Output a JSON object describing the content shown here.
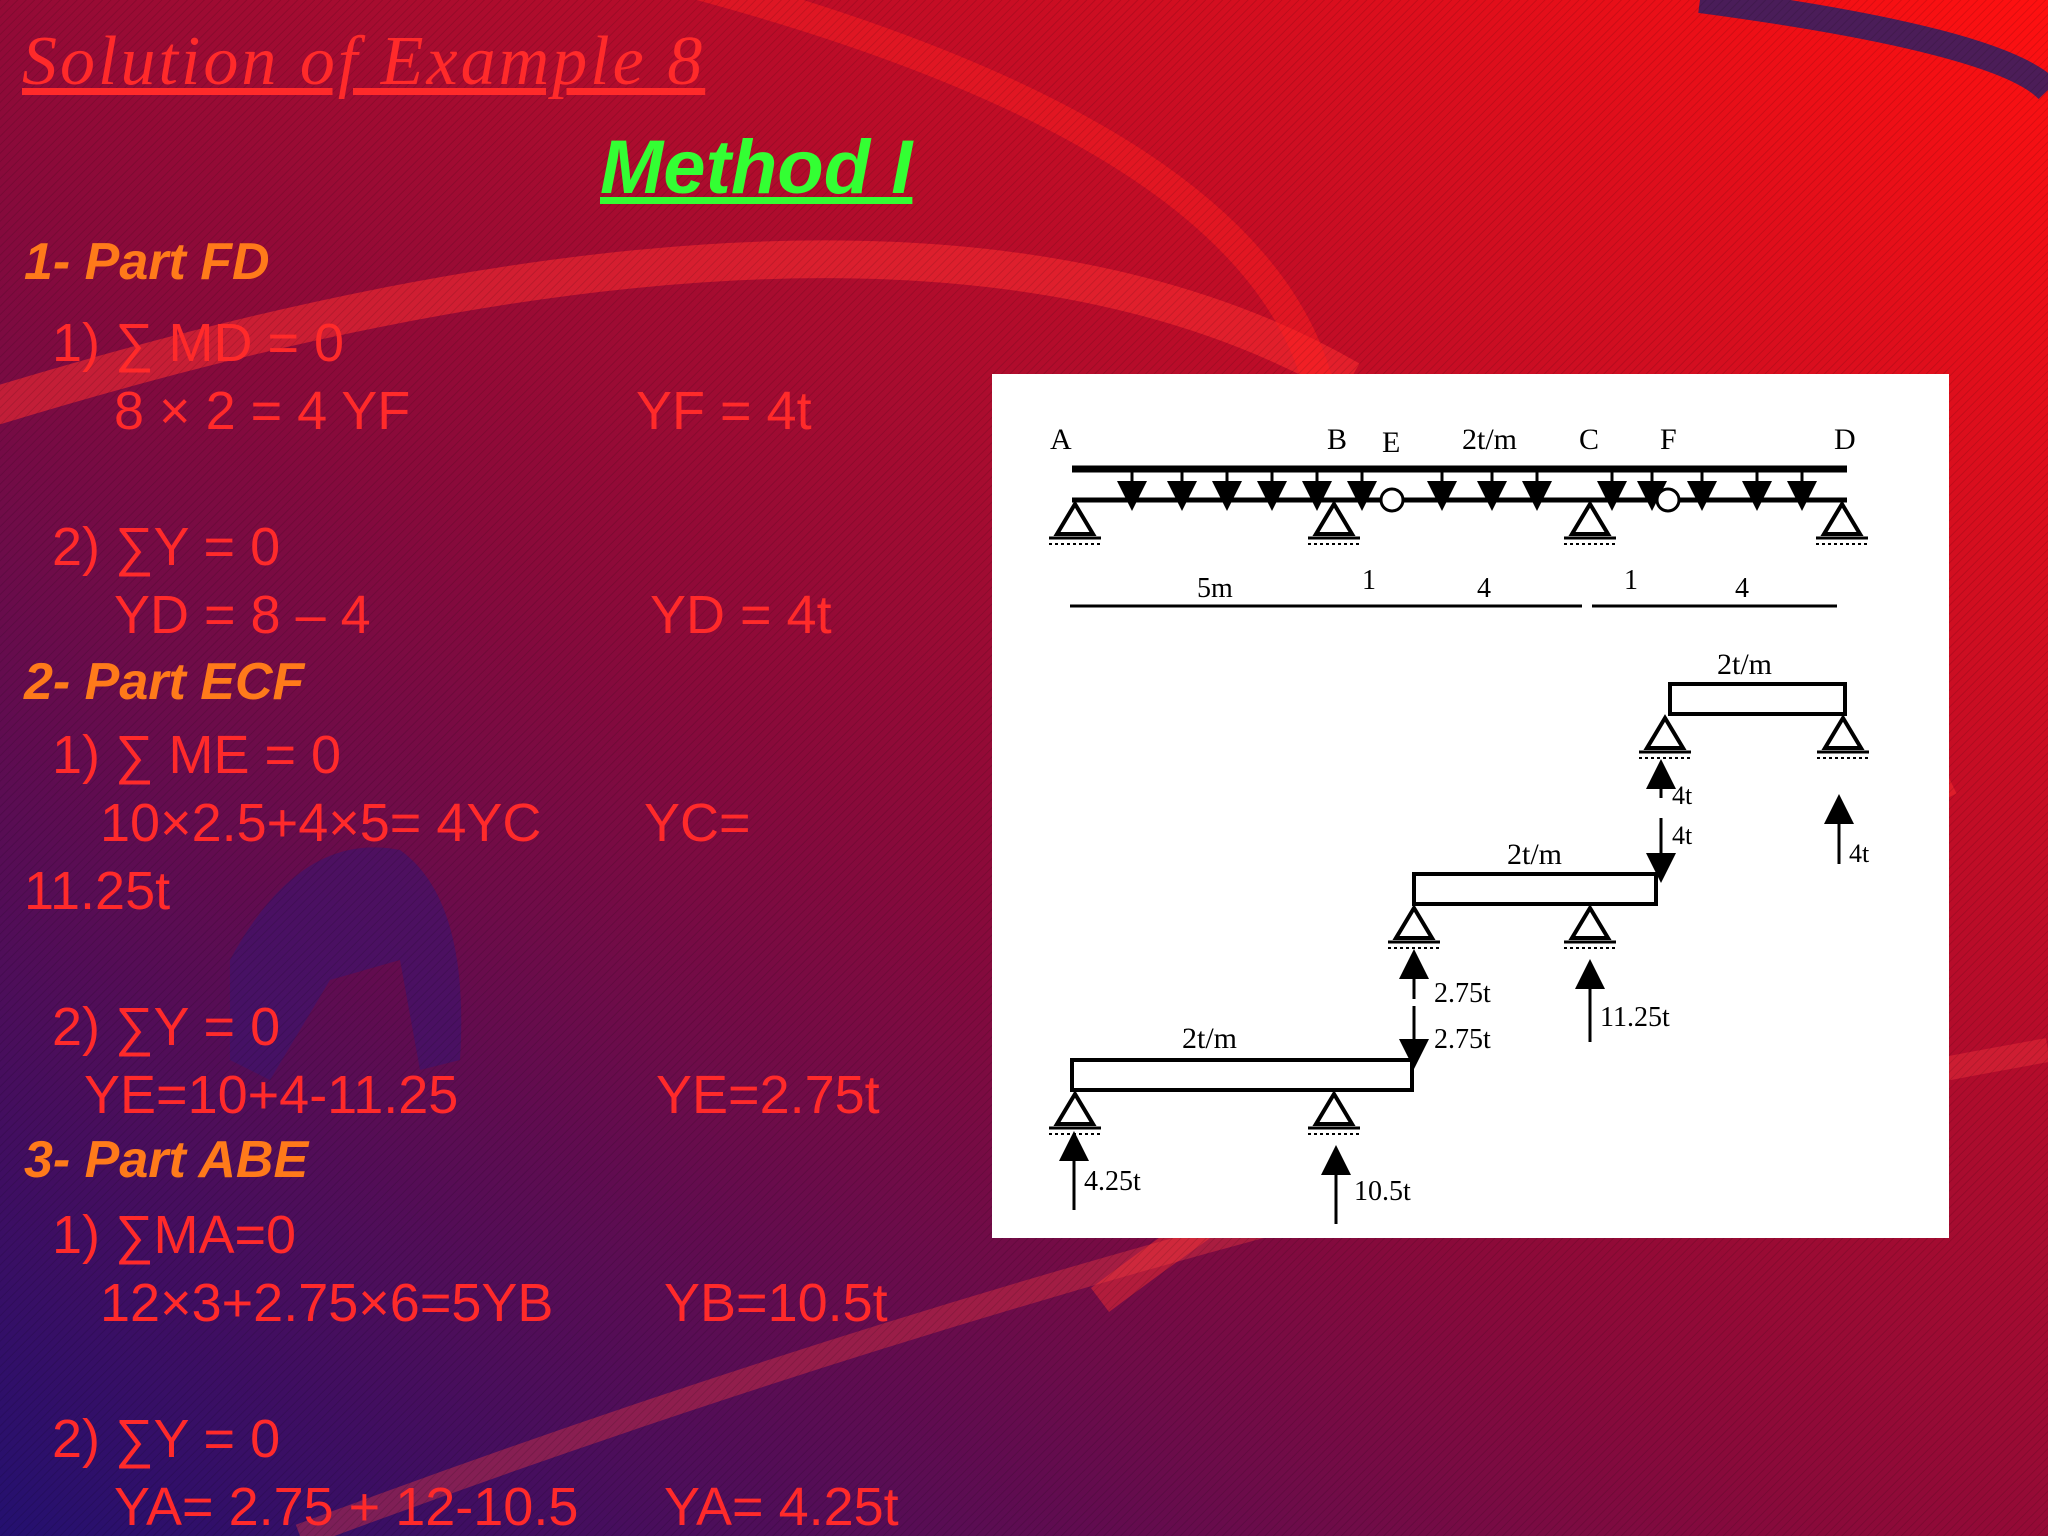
{
  "title": "Solution of Example 8",
  "method": "Method I",
  "sections": [
    {
      "heading": "1- Part FD",
      "lines": [
        "1) ∑ MD = 0",
        "8 × 2 = 4 YF",
        "YF = 4t",
        "2) ∑Y = 0",
        "YD = 8 – 4",
        "YD = 4t"
      ]
    },
    {
      "heading": "2- Part ECF",
      "lines": [
        "1) ∑ ME = 0",
        "10×2.5+4×5= 4YC",
        "YC=",
        "11.25t",
        "2) ∑Y = 0",
        "YE=10+4-11.25",
        "YE=2.75t"
      ]
    },
    {
      "heading": "3- Part ABE",
      "lines": [
        "1) ∑MA=0",
        "12×3+2.75×6=5YB",
        "YB=10.5t",
        "2) ∑Y = 0",
        "YA= 2.75 + 12-10.5",
        "YA= 4.25t"
      ]
    }
  ],
  "diagram": {
    "points": [
      "A",
      "B",
      "E",
      "C",
      "F",
      "D"
    ],
    "load": "2t/m",
    "spans": [
      "5m",
      "1",
      "4",
      "1",
      "4"
    ],
    "reactions": {
      "fd_transfer_up": "4t",
      "fd_transfer_down": "4t",
      "d": "4t",
      "ecf_transfer_up": "2.75t",
      "ecf_transfer_down": "2.75t",
      "c": "11.25t",
      "a": "4.25t",
      "b": "10.5t"
    }
  },
  "colors": {
    "title": "#ff2a2a",
    "method": "#33ff33",
    "heading": "#ff7a1a",
    "text": "#ff2a2a"
  }
}
